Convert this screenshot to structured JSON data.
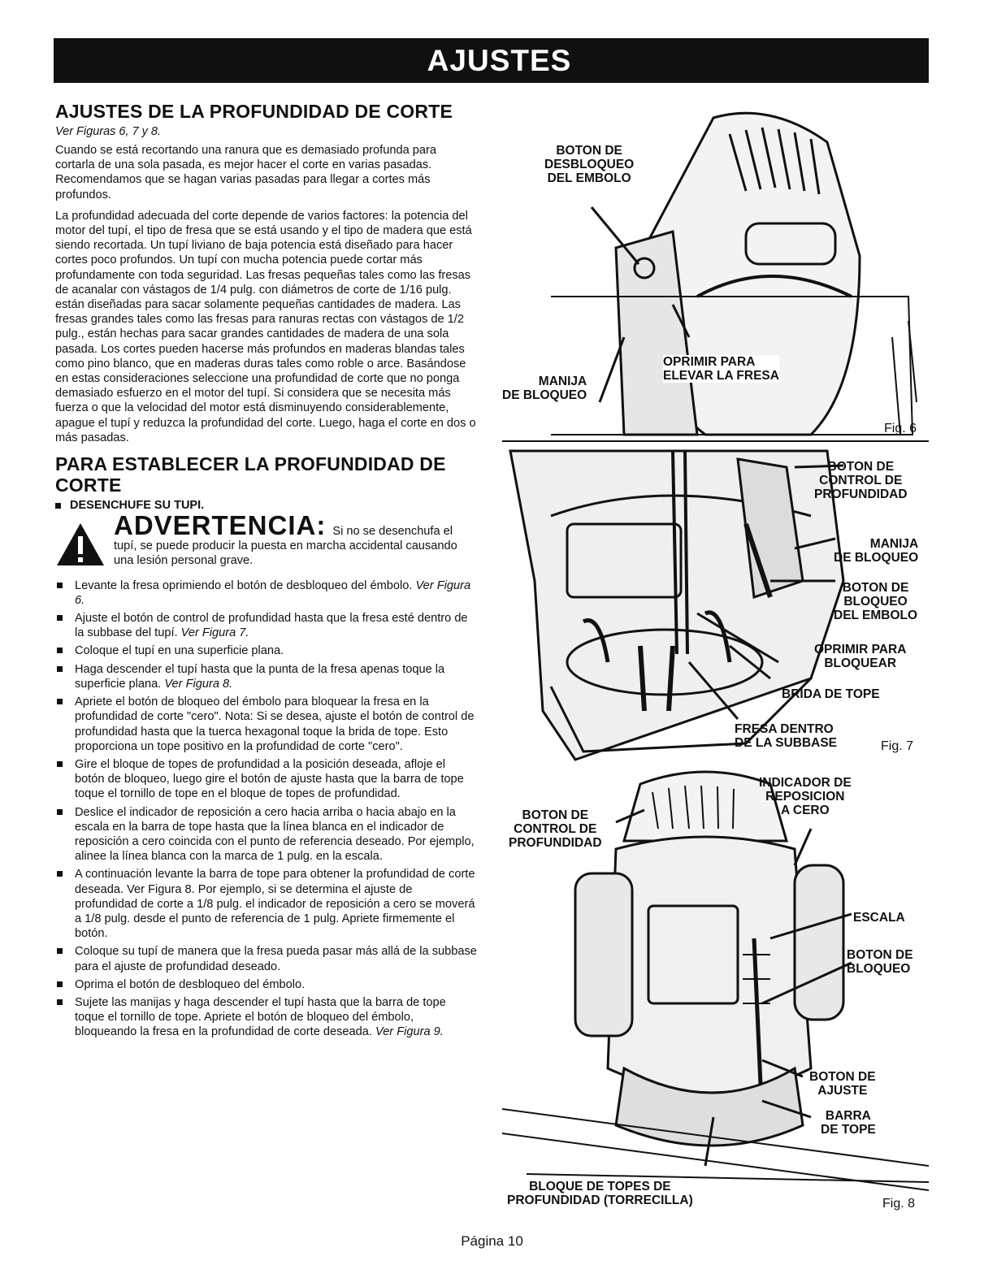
{
  "header": {
    "title": "AJUSTES"
  },
  "section1": {
    "title": "AJUSTES DE LA PROFUNDIDAD DE CORTE",
    "ref": "Ver Figuras 6, 7 y 8.",
    "p1": "Cuando se está recortando una ranura que es demasiado profunda para cortarla de una sola pasada, es mejor hacer el corte en varias pasadas. Recomendamos que se hagan varias pasadas para llegar a cortes más profundos.",
    "p2": "La profundidad adecuada del corte depende de varios factores: la potencia del motor del tupí, el tipo de fresa que se está usando y el tipo de madera que está siendo recortada. Un tupí liviano de baja potencia está diseñado para hacer cortes poco profundos. Un tupí con mucha potencia puede cortar más profundamente con toda seguridad. Las fresas pequeñas tales como las fresas de acanalar con vástagos de 1/4 pulg. con diámetros de corte de 1/16 pulg. están diseñadas para sacar solamente pequeñas cantidades de madera. Las fresas grandes tales como las fresas para ranuras rectas con vástagos de 1/2 pulg., están hechas para sacar grandes cantidades de madera de una sola pasada. Los cortes pueden hacerse más profundos en maderas blandas tales como pino blanco, que en maderas duras tales como roble o arce. Basándose en estas consideraciones seleccione una profundidad de corte que no ponga demasiado esfuerzo en el motor del tupí. Si considera que se necesita más fuerza o que la velocidad del motor está disminuyendo considerablemente, apague el tupí y reduzca la profundidad del corte. Luego, haga el corte en dos o más pasadas."
  },
  "section2": {
    "title": "PARA ESTABLECER LA PROFUNDIDAD DE CORTE",
    "unplug": "DESENCHUFE SU TUPI.",
    "warning_title": "ADVERTENCIA:",
    "warning_text": "Si no se desenchufa el tupí, se puede producir la puesta en marcha accidental causando una lesión personal grave.",
    "steps": [
      {
        "text": "Levante la fresa oprimiendo el botón de desbloqueo del émbolo.",
        "ref": "Ver Figura 6."
      },
      {
        "text": "Ajuste el botón de control de profundidad hasta que la fresa esté dentro de la subbase del tupí.",
        "ref": "Ver Figura 7."
      },
      {
        "text": "Coloque el tupí en una superficie plana.",
        "ref": ""
      },
      {
        "text": "Haga descender el tupí hasta que la punta de la fresa apenas toque la superficie plana.",
        "ref": "Ver Figura 8."
      },
      {
        "text": "Apriete el botón de bloqueo del émbolo para bloquear la fresa en la profundidad de corte \"cero\". Nota: Si se desea, ajuste el botón de control de profundidad hasta que la tuerca hexagonal toque la brida de tope. Esto proporciona un tope positivo en la profundidad de corte \"cero\".",
        "ref": ""
      },
      {
        "text": "Gire el bloque de topes de profundidad a la posición deseada, afloje el botón de bloqueo, luego gire el botón de ajuste hasta que la barra de tope toque el tornillo de tope en el bloque de topes de profundidad.",
        "ref": ""
      },
      {
        "text": "Deslice el indicador de reposición a cero hacia arriba o hacia abajo en la escala en la barra de tope hasta que la línea blanca en el indicador de reposición a cero coincida con el punto de referencia deseado. Por ejemplo, alinee la línea blanca con la marca de 1 pulg. en la escala.",
        "ref": ""
      },
      {
        "text": "A continuación levante la barra de tope para obtener la profundidad de corte deseada. Ver Figura 8. Por ejemplo, si se determina el ajuste de profundidad de corte a 1/8 pulg. el indicador de reposición a cero se moverá a 1/8 pulg. desde el punto de referencia de 1 pulg. Apriete firmemente el botón.",
        "ref": ""
      },
      {
        "text": "Coloque su tupí de manera que la fresa pueda pasar más allá de la subbase para el ajuste de profundidad deseado.",
        "ref": ""
      },
      {
        "text": "Oprima el botón de desbloqueo del émbolo.",
        "ref": ""
      },
      {
        "text": "Sujete las manijas y haga descender el tupí hasta que la barra de tope toque el tornillo de tope. Apriete el botón de bloqueo del émbolo, bloqueando la fresa en la profundidad de corte deseada.",
        "ref": "Ver Figura 9."
      }
    ]
  },
  "fig6": {
    "label": "Fig. 6",
    "callouts": {
      "release_button": "BOTON DE\nDESBLOQUEO\nDEL EMBOLO",
      "lock_handle": "MANIJA\nDE BLOQUEO",
      "press_raise": "OPRIMIR PARA\nELEVAR LA FRESA"
    }
  },
  "fig7": {
    "label": "Fig. 7",
    "callouts": {
      "depth_knob": "BOTON DE\nCONTROL DE\nPROFUNDIDAD",
      "lock_handle": "MANIJA\nDE BLOQUEO",
      "plunge_lock": "BOTON DE\nBLOQUEO\nDEL EMBOLO",
      "press_lock": "OPRIMIR PARA\nBLOQUEAR",
      "stop_flange": "BRIDA DE TOPE",
      "bit_inside": "FRESA DENTRO\nDE LA SUBBASE"
    }
  },
  "fig8": {
    "label": "Fig. 8",
    "callouts": {
      "zero_indicator": "INDICADOR DE\nREPOSICION\nA CERO",
      "depth_knob": "BOTON DE\nCONTROL DE\nPROFUNDIDAD",
      "scale": "ESCALA",
      "lock_knob": "BOTON DE\nBLOQUEO",
      "adjust_knob": "BOTON DE\nAJUSTE",
      "stop_bar": "BARRA\nDE TOPE",
      "turret": "BLOQUE DE TOPES DE\nPROFUNDIDAD (TORRECILLA)"
    }
  },
  "footer": {
    "page": "Página 10"
  }
}
